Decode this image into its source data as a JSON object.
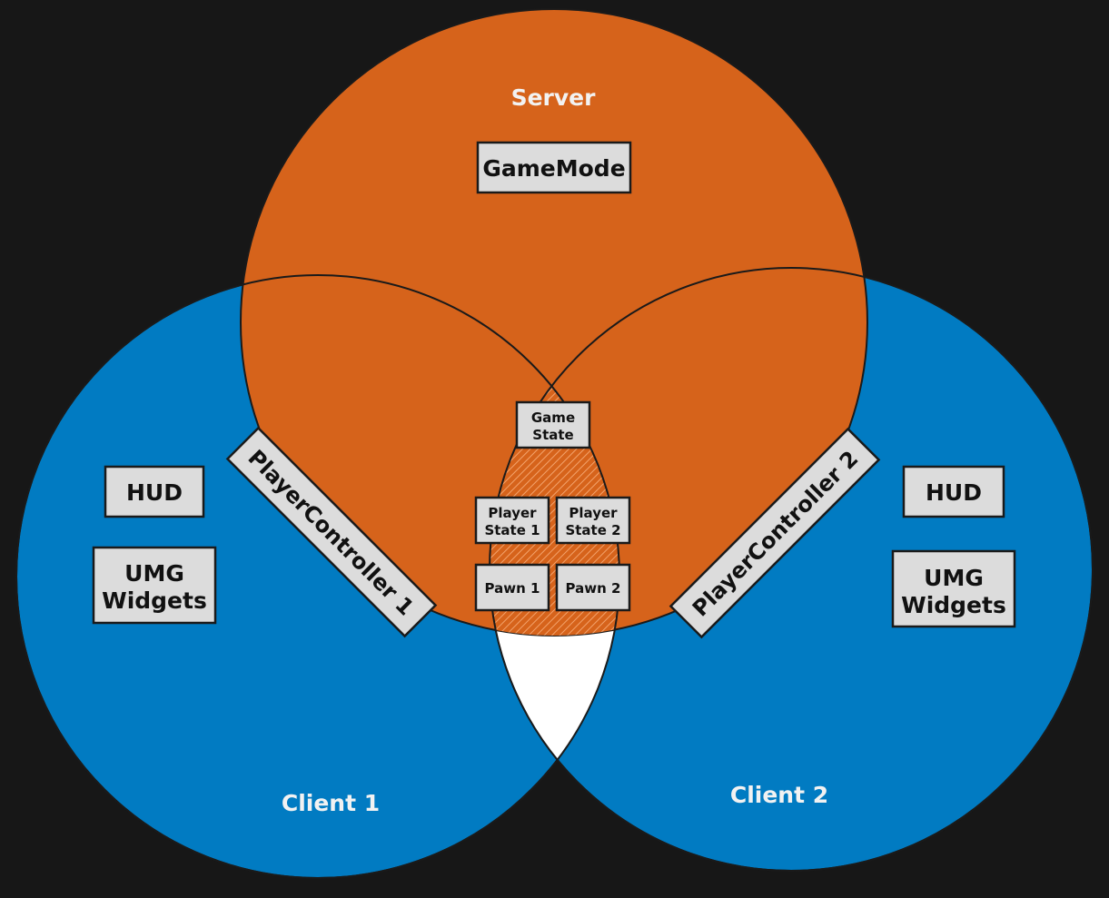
{
  "colors": {
    "background": "#171717",
    "server": "#d6631b",
    "client": "#017bc2",
    "overlap_white": "#ffffff",
    "box_fill": "#dcdcdc",
    "outline": "#1a1a1a"
  },
  "regions": {
    "server": "Server",
    "client1": "Client 1",
    "client2": "Client 2"
  },
  "server": {
    "game_mode": "GameMode"
  },
  "shared": {
    "game_state": [
      "Game",
      "State"
    ],
    "player_state_1": [
      "Player",
      "State 1"
    ],
    "player_state_2": [
      "Player",
      "State 2"
    ],
    "pawn_1": "Pawn 1",
    "pawn_2": "Pawn 2"
  },
  "client1": {
    "hud": "HUD",
    "umg": [
      "UMG",
      "Widgets"
    ],
    "player_controller": "PlayerController 1"
  },
  "client2": {
    "hud": "HUD",
    "umg": [
      "UMG",
      "Widgets"
    ],
    "player_controller": "PlayerController 2"
  }
}
